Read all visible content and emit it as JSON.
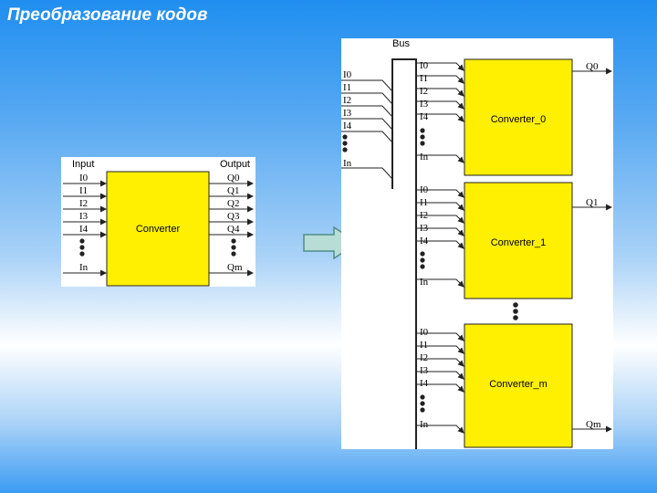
{
  "title": "Преобразование кодов",
  "left_diagram": {
    "input_label": "Input",
    "output_label": "Output",
    "block_label": "Converter",
    "inputs": [
      "I0",
      "I1",
      "I2",
      "I3",
      "I4"
    ],
    "last_input": "In",
    "outputs": [
      "Q0",
      "Q1",
      "Q2",
      "Q3",
      "Q4"
    ],
    "last_output": "Qm"
  },
  "right_diagram": {
    "bus_label": "Bus",
    "bus_inputs": [
      "I0",
      "I1",
      "I2",
      "I3",
      "I4"
    ],
    "bus_last_input": "In",
    "converters": [
      {
        "label": "Converter_0",
        "inputs": [
          "I0",
          "I1",
          "I2",
          "I3",
          "I4"
        ],
        "last_input": "In",
        "output": "Q0"
      },
      {
        "label": "Converter_1",
        "inputs": [
          "I0",
          "I1",
          "I2",
          "I3",
          "I4"
        ],
        "last_input": "In",
        "output": "Q1"
      },
      {
        "label": "Converter_m",
        "inputs": [
          "I0",
          "I1",
          "I2",
          "I3",
          "I4"
        ],
        "last_input": "In",
        "output": "Qm"
      }
    ]
  },
  "colors": {
    "block_fill": "#ffef00",
    "line": "#222222",
    "arrow_fill": "#b8dcd6",
    "arrow_stroke": "#4f8e86",
    "title": "#ffffff"
  }
}
